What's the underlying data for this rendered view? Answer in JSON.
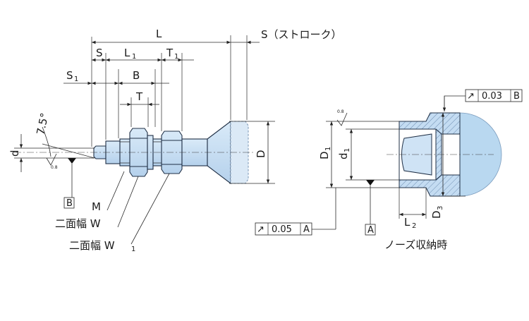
{
  "labels": {
    "L": "L",
    "S": "S",
    "L1_main": "L",
    "L1_sub": "1",
    "T1_main": "T",
    "T1_sub": "1",
    "S1_main": "S",
    "S1_sub": "1",
    "B": "B",
    "T": "T",
    "stroke": "S（ストローク）",
    "angle": "7.5°",
    "d": "d",
    "D": "D",
    "M": "M",
    "datum_B": "B",
    "datum_A": "A",
    "W_text": "二面幅 W",
    "W1_text": "二面幅 W",
    "W1_sub": "1",
    "D1_main": "D",
    "D1_sub": "1",
    "d1_main": "d",
    "d1_sub": "1",
    "D3_main": "D",
    "D3_sub": "3",
    "L2_main": "L",
    "L2_sub": "2",
    "nose": "ノーズ収納時",
    "rough1": "0.8",
    "rough2": "0.8"
  },
  "tolerances": {
    "runout_left": {
      "symbol": "↗",
      "value": "0.05",
      "datum": "A"
    },
    "runout_right": {
      "symbol": "↗",
      "value": "0.03",
      "datum": "B"
    }
  },
  "colors": {
    "part_fill": "#c4dcf2",
    "part_fill_dark": "#a9c9e8",
    "section_hatch": "#6f8fb3",
    "bubble": "#b9d8f0",
    "line": "#1f2f45"
  }
}
